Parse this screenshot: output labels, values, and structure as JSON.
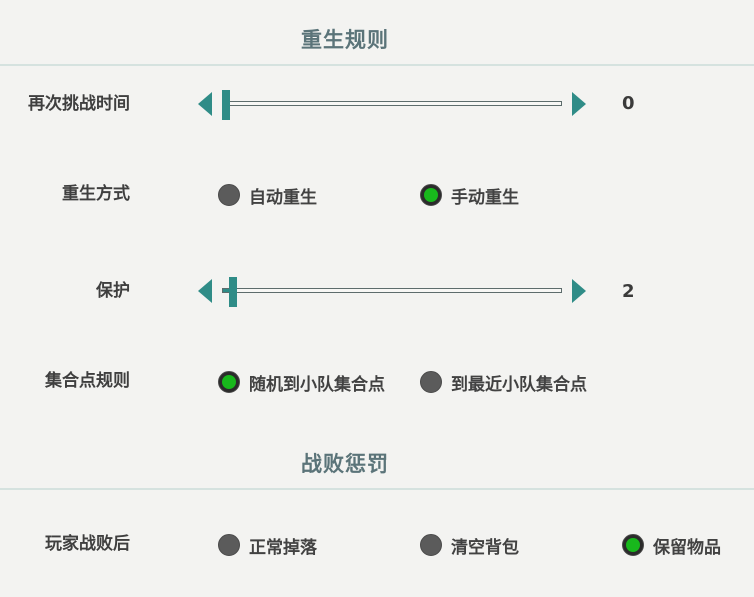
{
  "sections": {
    "respawn": {
      "title": "重生规则"
    },
    "defeat": {
      "title": "战败惩罚"
    }
  },
  "rows": {
    "challenge_time": {
      "label": "再次挑战时间",
      "value": "0",
      "slider_fraction": 0.0
    },
    "respawn_mode": {
      "label": "重生方式",
      "options": [
        {
          "label": "自动重生",
          "selected": false
        },
        {
          "label": "手动重生",
          "selected": true
        }
      ]
    },
    "protection": {
      "label": "保护",
      "value": "2",
      "slider_fraction": 0.02
    },
    "rally_rule": {
      "label": "集合点规则",
      "options": [
        {
          "label": "随机到小队集合点",
          "selected": true
        },
        {
          "label": "到最近小队集合点",
          "selected": false
        }
      ]
    },
    "after_defeat": {
      "label": "玩家战败后",
      "options": [
        {
          "label": "正常掉落",
          "selected": false
        },
        {
          "label": "清空背包",
          "selected": false
        },
        {
          "label": "保留物品",
          "selected": true
        }
      ]
    }
  },
  "colors": {
    "accent": "#2f8c87",
    "selected_radio": "#18b81c",
    "title": "#5b7479",
    "divider": "#d5e2df",
    "background": "#f3f3f1"
  }
}
